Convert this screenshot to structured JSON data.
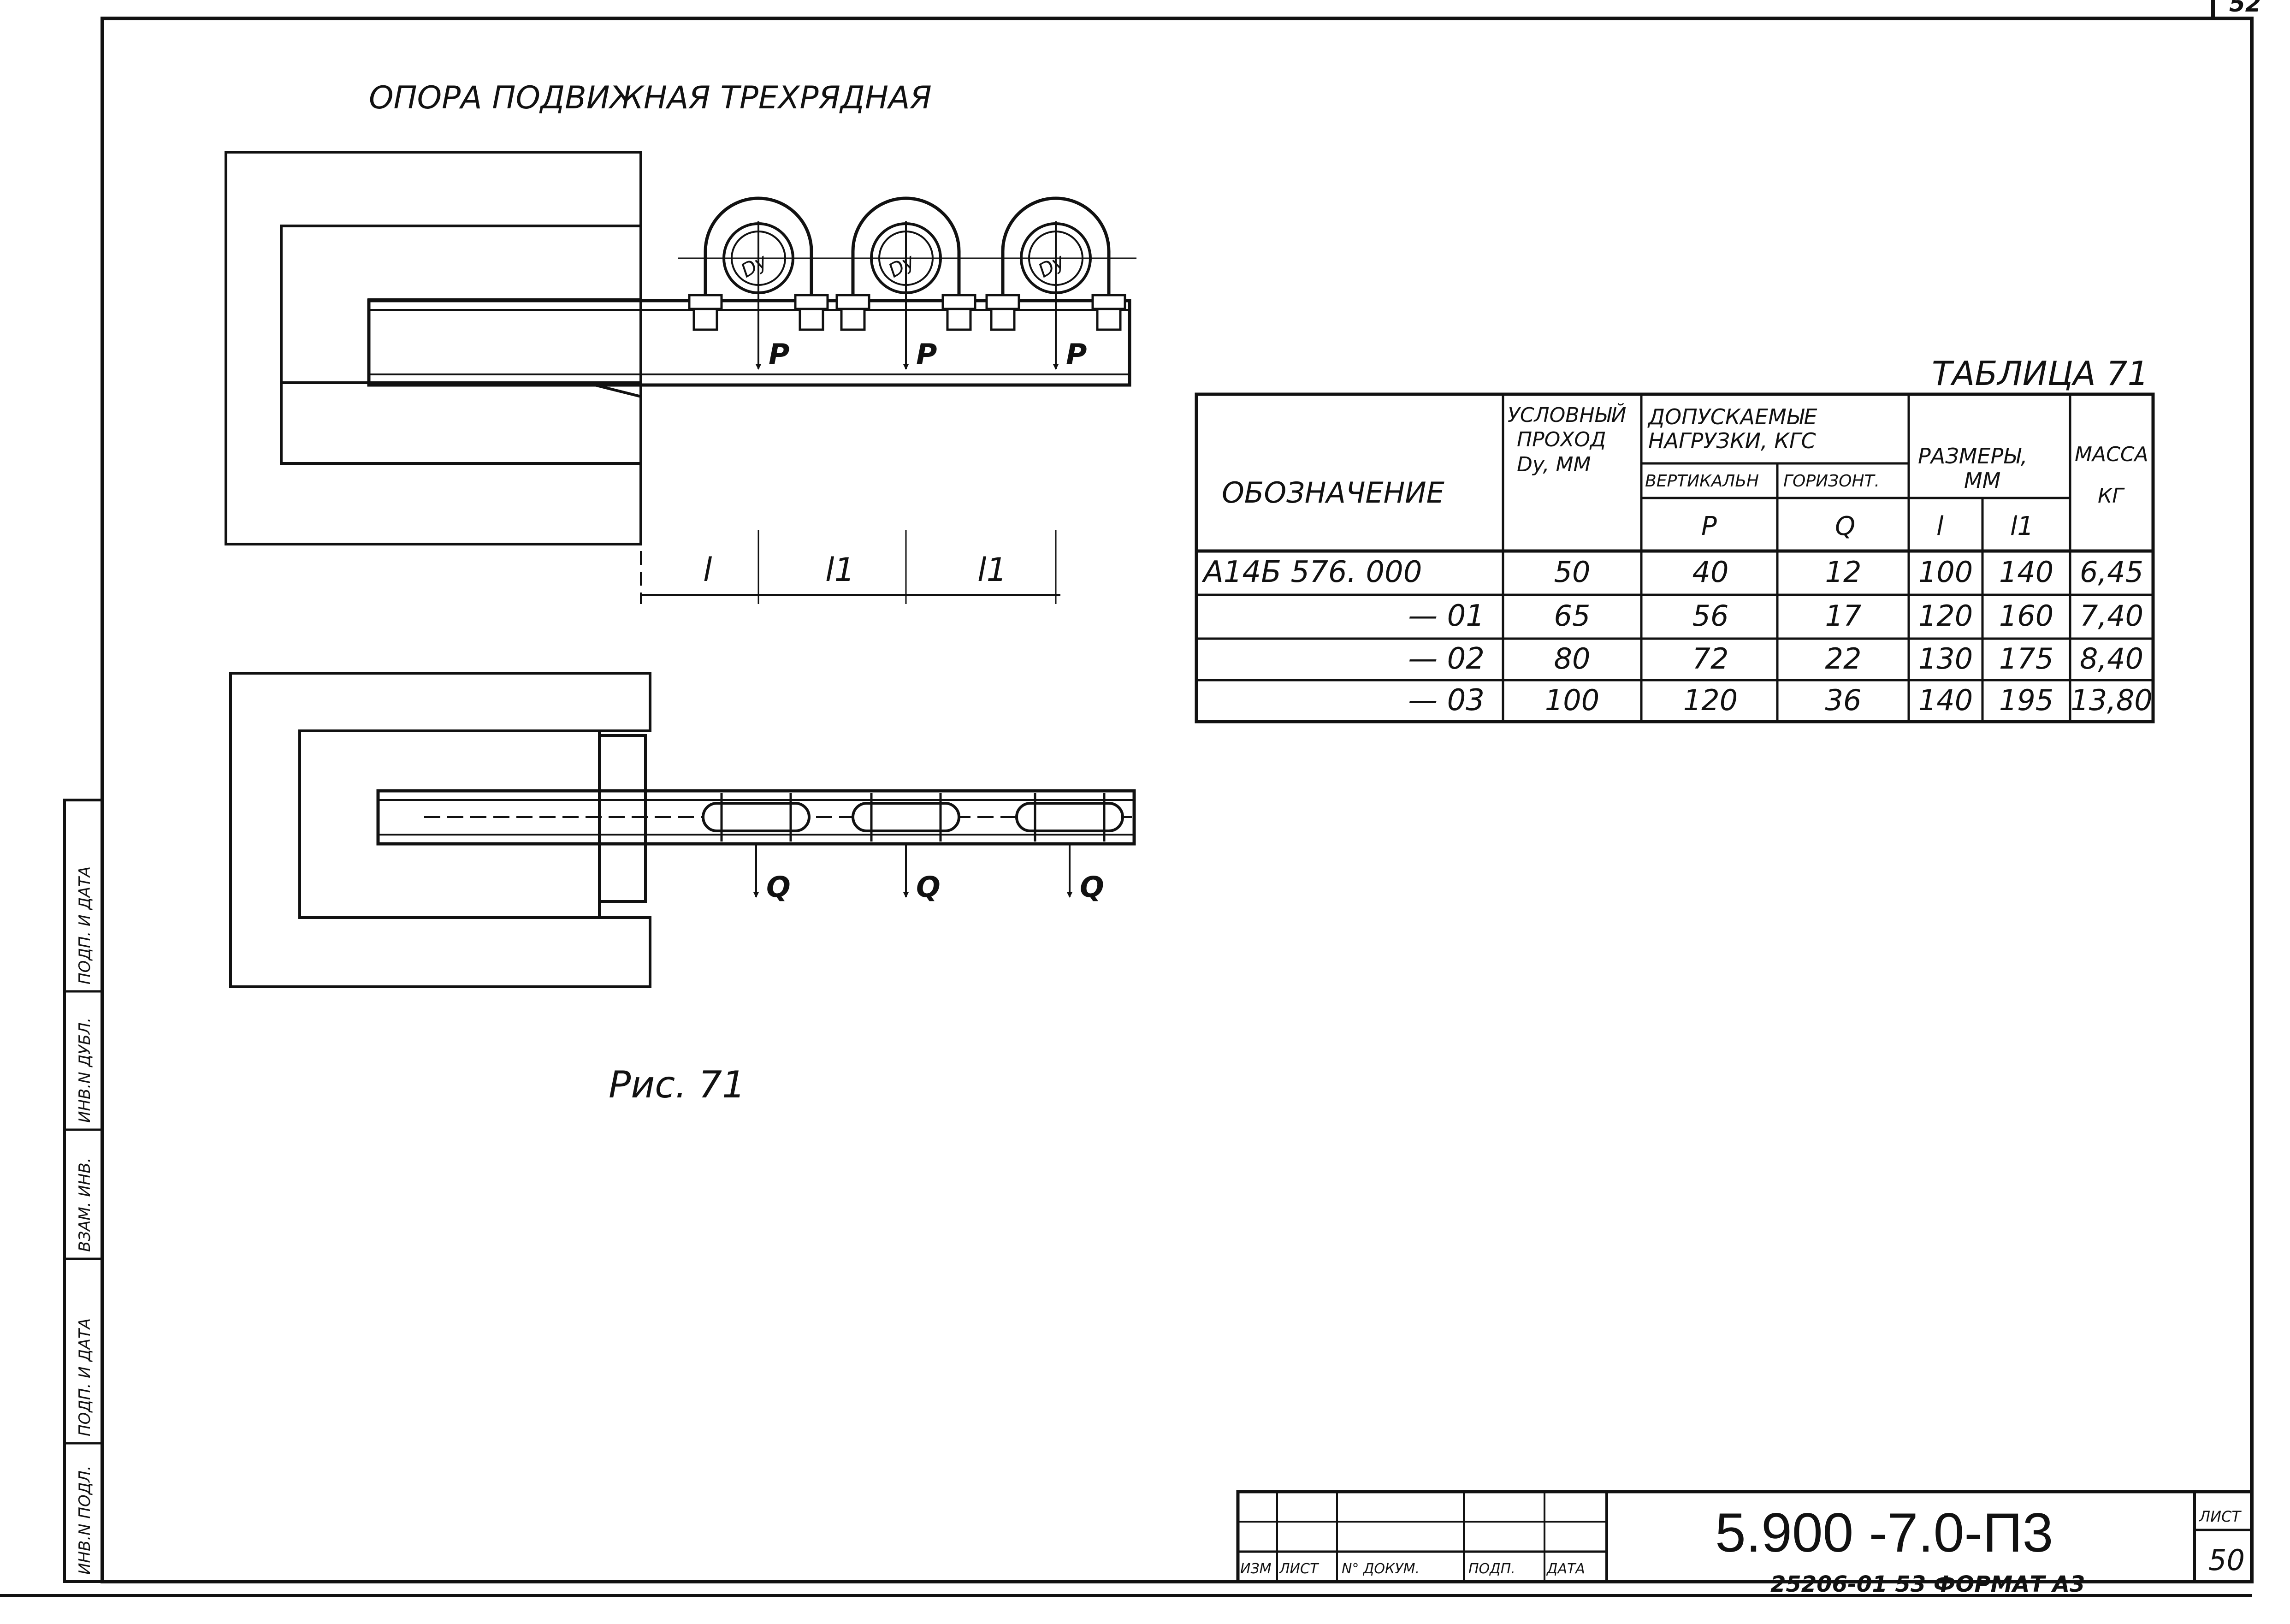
{
  "page_number": "52",
  "drawing": {
    "title": "ОПОРА  ПОДВИЖНАЯ  ТРЕХРЯДНАЯ",
    "figure_caption": "Рис. 71",
    "dim_l": "l",
    "dim_l1": "l1",
    "pipe_label": "Dy",
    "load_vertical": "P",
    "load_horizontal": "Q"
  },
  "table": {
    "title": "ТАБЛИЦА 71",
    "headers": {
      "designation": "ОБОЗНАЧЕНИЕ",
      "nominal_bore_l1": "УСЛОВНЫЙ",
      "nominal_bore_l2": "ПРОХОД",
      "nominal_bore_l3": "Dy, ММ",
      "loads_l1": "ДОПУСКАЕМЫЕ",
      "loads_l2": "НАГРУЗКИ, КГС",
      "vertical": "ВЕРТИКАЛЬН",
      "horizontal": "ГОРИЗОНТ.",
      "p": "P",
      "q": "Q",
      "sizes_l1": "РАЗМЕРЫ,",
      "sizes_l2": "ММ",
      "l": "l",
      "l1": "l1",
      "mass_l1": "МАССА",
      "mass_l2": "КГ"
    },
    "rows": [
      {
        "designation": "А14Б 576. 000",
        "dy": "50",
        "p": "40",
        "q": "12",
        "l": "100",
        "l1": "140",
        "mass": "6,45"
      },
      {
        "designation": "— 01",
        "dy": "65",
        "p": "56",
        "q": "17",
        "l": "120",
        "l1": "160",
        "mass": "7,40"
      },
      {
        "designation": "— 02",
        "dy": "80",
        "p": "72",
        "q": "22",
        "l": "130",
        "l1": "175",
        "mass": "8,40"
      },
      {
        "designation": "— 03",
        "dy": "100",
        "p": "120",
        "q": "36",
        "l": "140",
        "l1": "195",
        "mass": "13,80"
      }
    ]
  },
  "side_stamp": {
    "labels": [
      "ИНВ.N ПОДЛ.",
      "ПОДП. И ДАТА",
      "ВЗАМ. ИНВ.",
      "ИНВ.N ДУБЛ.",
      "ПОДП. И ДАТА"
    ]
  },
  "title_block": {
    "code": "5.900 -7.0-П3",
    "col_headers": [
      "ИЗМ",
      "ЛИСТ",
      "N° ДОКУМ.",
      "ПОДП.",
      "ДАТА"
    ],
    "sheet_label": "ЛИСТ",
    "sheet_number": "50",
    "footer": "25206-01   53     ФОРМАТ А3"
  }
}
